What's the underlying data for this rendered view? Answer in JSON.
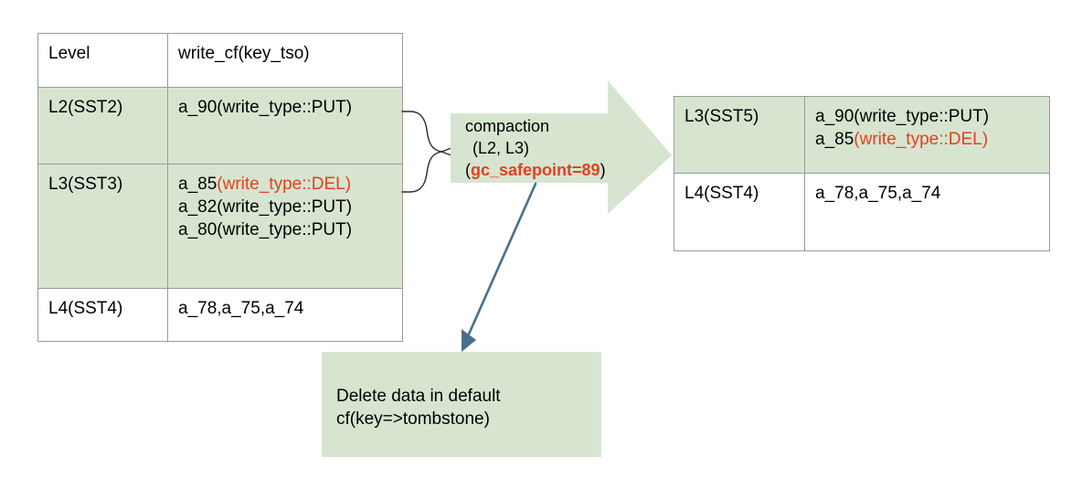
{
  "colors": {
    "green_fill": "#d7e5d0",
    "red_text": "#e2411d",
    "arrow_blue": "#4a6f8a",
    "table_border": "#9a9a9a",
    "background": "#ffffff"
  },
  "left_table": {
    "name": "before-compaction-table",
    "headers": [
      "Level",
      "write_cf(key_tso)"
    ],
    "rows": [
      {
        "level": "L2(SST2)",
        "shaded": true,
        "entries": [
          {
            "key": "a_90",
            "type": "(write_type::PUT)",
            "type_color": "black"
          }
        ]
      },
      {
        "level": "L3(SST3)",
        "shaded": true,
        "entries": [
          {
            "key": "a_85",
            "type": "(write_type::DEL)",
            "type_color": "red"
          },
          {
            "key": "a_82",
            "type": "(write_type::PUT)",
            "type_color": "black"
          },
          {
            "key": "a_80",
            "type": "(write_type::PUT)",
            "type_color": "black"
          }
        ]
      },
      {
        "level": "L4(SST4)",
        "shaded": false,
        "plain_text": "a_78,a_75,a_74",
        "entries": []
      }
    ]
  },
  "right_table": {
    "name": "after-compaction-table",
    "rows": [
      {
        "level": "L3(SST5)",
        "shaded": true,
        "entries": [
          {
            "key": "a_90",
            "type": "(write_type::PUT)",
            "type_color": "black"
          },
          {
            "key": "a_85",
            "type": "(write_type::DEL)",
            "type_color": "red"
          }
        ]
      },
      {
        "level": "L4(SST4)",
        "shaded": false,
        "plain_text": "a_78,a_75,a_74",
        "entries": []
      }
    ]
  },
  "compaction": {
    "title": "compaction",
    "levels": "(L2, L3)",
    "gc_open_paren": "(",
    "gc_safepoint": "gc_safepoint=89",
    "gc_close_paren": ")"
  },
  "delete_note": {
    "line1": "Delete data in default",
    "line2": "cf(key=>tombstone)"
  },
  "icons": {
    "block_arrow": "right-block-arrow-icon",
    "brace": "curly-brace-icon",
    "diagonal_arrow": "diagonal-arrow-icon"
  }
}
